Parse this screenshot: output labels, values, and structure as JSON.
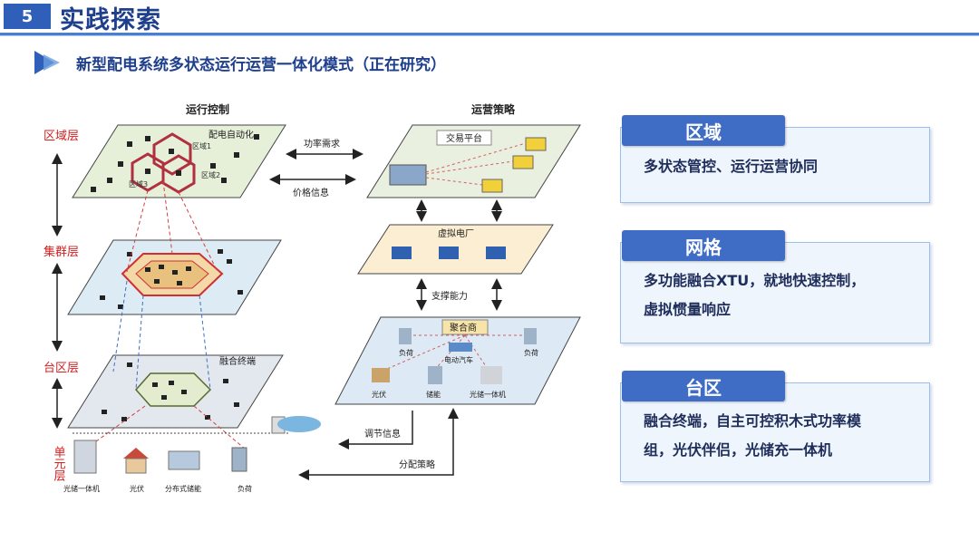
{
  "header": {
    "section_number": "5",
    "section_title": "实践探索",
    "subtitle": "新型配电系统多状态运行运营一体化模式（正在研究）"
  },
  "diagram": {
    "col_left_title": "运行控制",
    "col_right_title": "运营策略",
    "layers": {
      "region": "区域层",
      "cluster": "集群层",
      "station": "台区层",
      "unit": "单元层"
    },
    "labels": {
      "auto": "配电自动化",
      "zone1": "区域1",
      "zone2": "区域2",
      "zone3": "区域3",
      "fusion": "融合终端",
      "trade": "交易平台",
      "vpp": "虚拟电厂",
      "aggregator": "聚合商",
      "load1": "负荷",
      "load2": "负荷",
      "ev": "电动汽车",
      "pv": "光伏",
      "storage": "储能",
      "pv_storage_charge": "光储一体机"
    },
    "arrows": {
      "power_demand": "功率需求",
      "price_info": "价格信息",
      "support": "支撑能力",
      "adjust_info": "调节信息",
      "alloc_strategy": "分配策略"
    },
    "units": [
      "光储一体机",
      "光伏",
      "分布式储能",
      "负荷"
    ]
  },
  "panels": [
    {
      "title": "区域",
      "lines": [
        "多状态管控、运行运营协同"
      ]
    },
    {
      "title": "网格",
      "lines": [
        "多功能融合XTU，就地快速控制，",
        "虚拟惯量响应"
      ]
    },
    {
      "title": "台区",
      "lines": [
        "融合终端，自主可控积木式功率模",
        "组，光伏伴侣，光储充一体机"
      ]
    }
  ]
}
